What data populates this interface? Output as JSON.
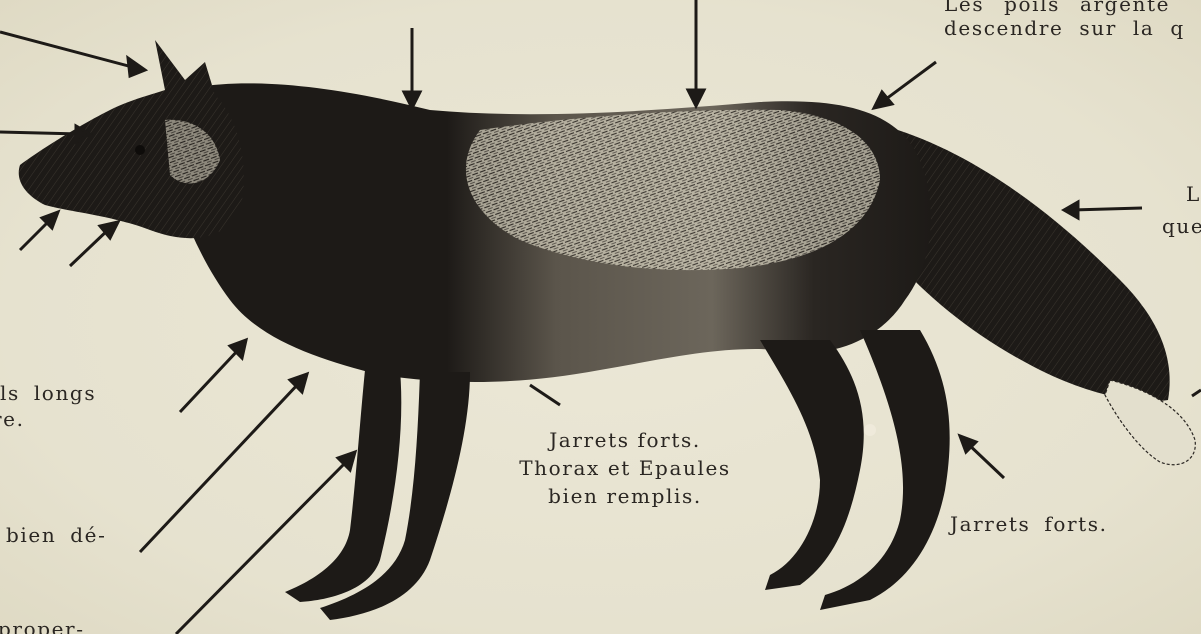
{
  "captions": {
    "top_right_line1": "Les poils argente",
    "top_right_line2": "descendre sur la q",
    "right_line1": "L",
    "right_line2": "que",
    "left_line1": "ils longs",
    "left_line2": "re.",
    "left_line3": "bien dé-",
    "left_line4": "proper-",
    "center_line1": "Jarrets forts.",
    "center_line2": "Thorax et Epaules",
    "center_line3": "bien remplis.",
    "hind": "Jarrets forts."
  },
  "illustration": {
    "subject": "silver fox engraving",
    "ink_color": "#1d1a17",
    "silver_color": "#d9d4c2",
    "paper_color": "#e9e5d3"
  }
}
